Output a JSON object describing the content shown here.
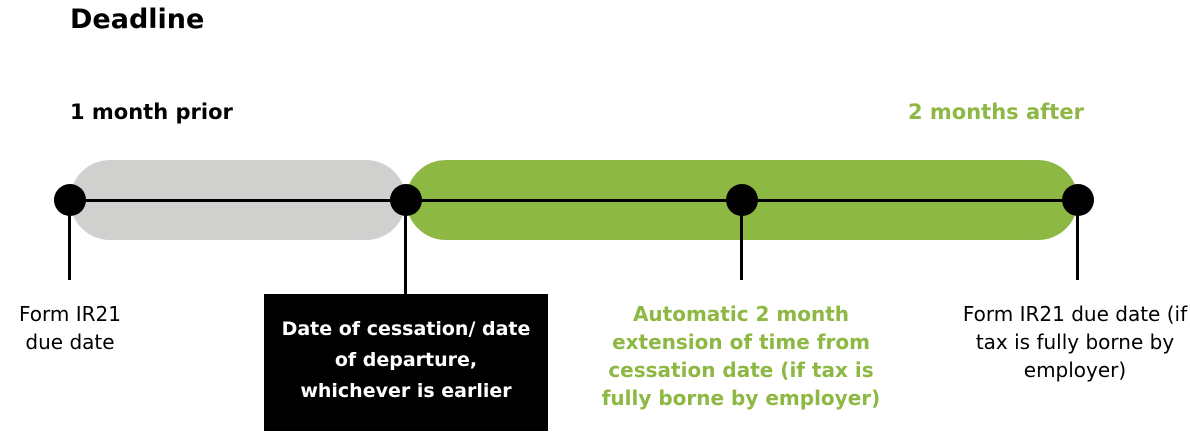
{
  "title": "Deadline",
  "prior_label": "1 month prior",
  "after_label": "2 months after",
  "colors": {
    "grey": "#d0d0cf",
    "green": "#8db843"
  },
  "notes": {
    "left": "Form IR21 due date",
    "center": "Date of cessation/ date of departure, whichever is earlier",
    "extension": "Automatic 2 month extension of time from cessation date (if tax is fully borne by employer)",
    "right": "Form IR21 due date (if tax is fully borne by employer)"
  }
}
